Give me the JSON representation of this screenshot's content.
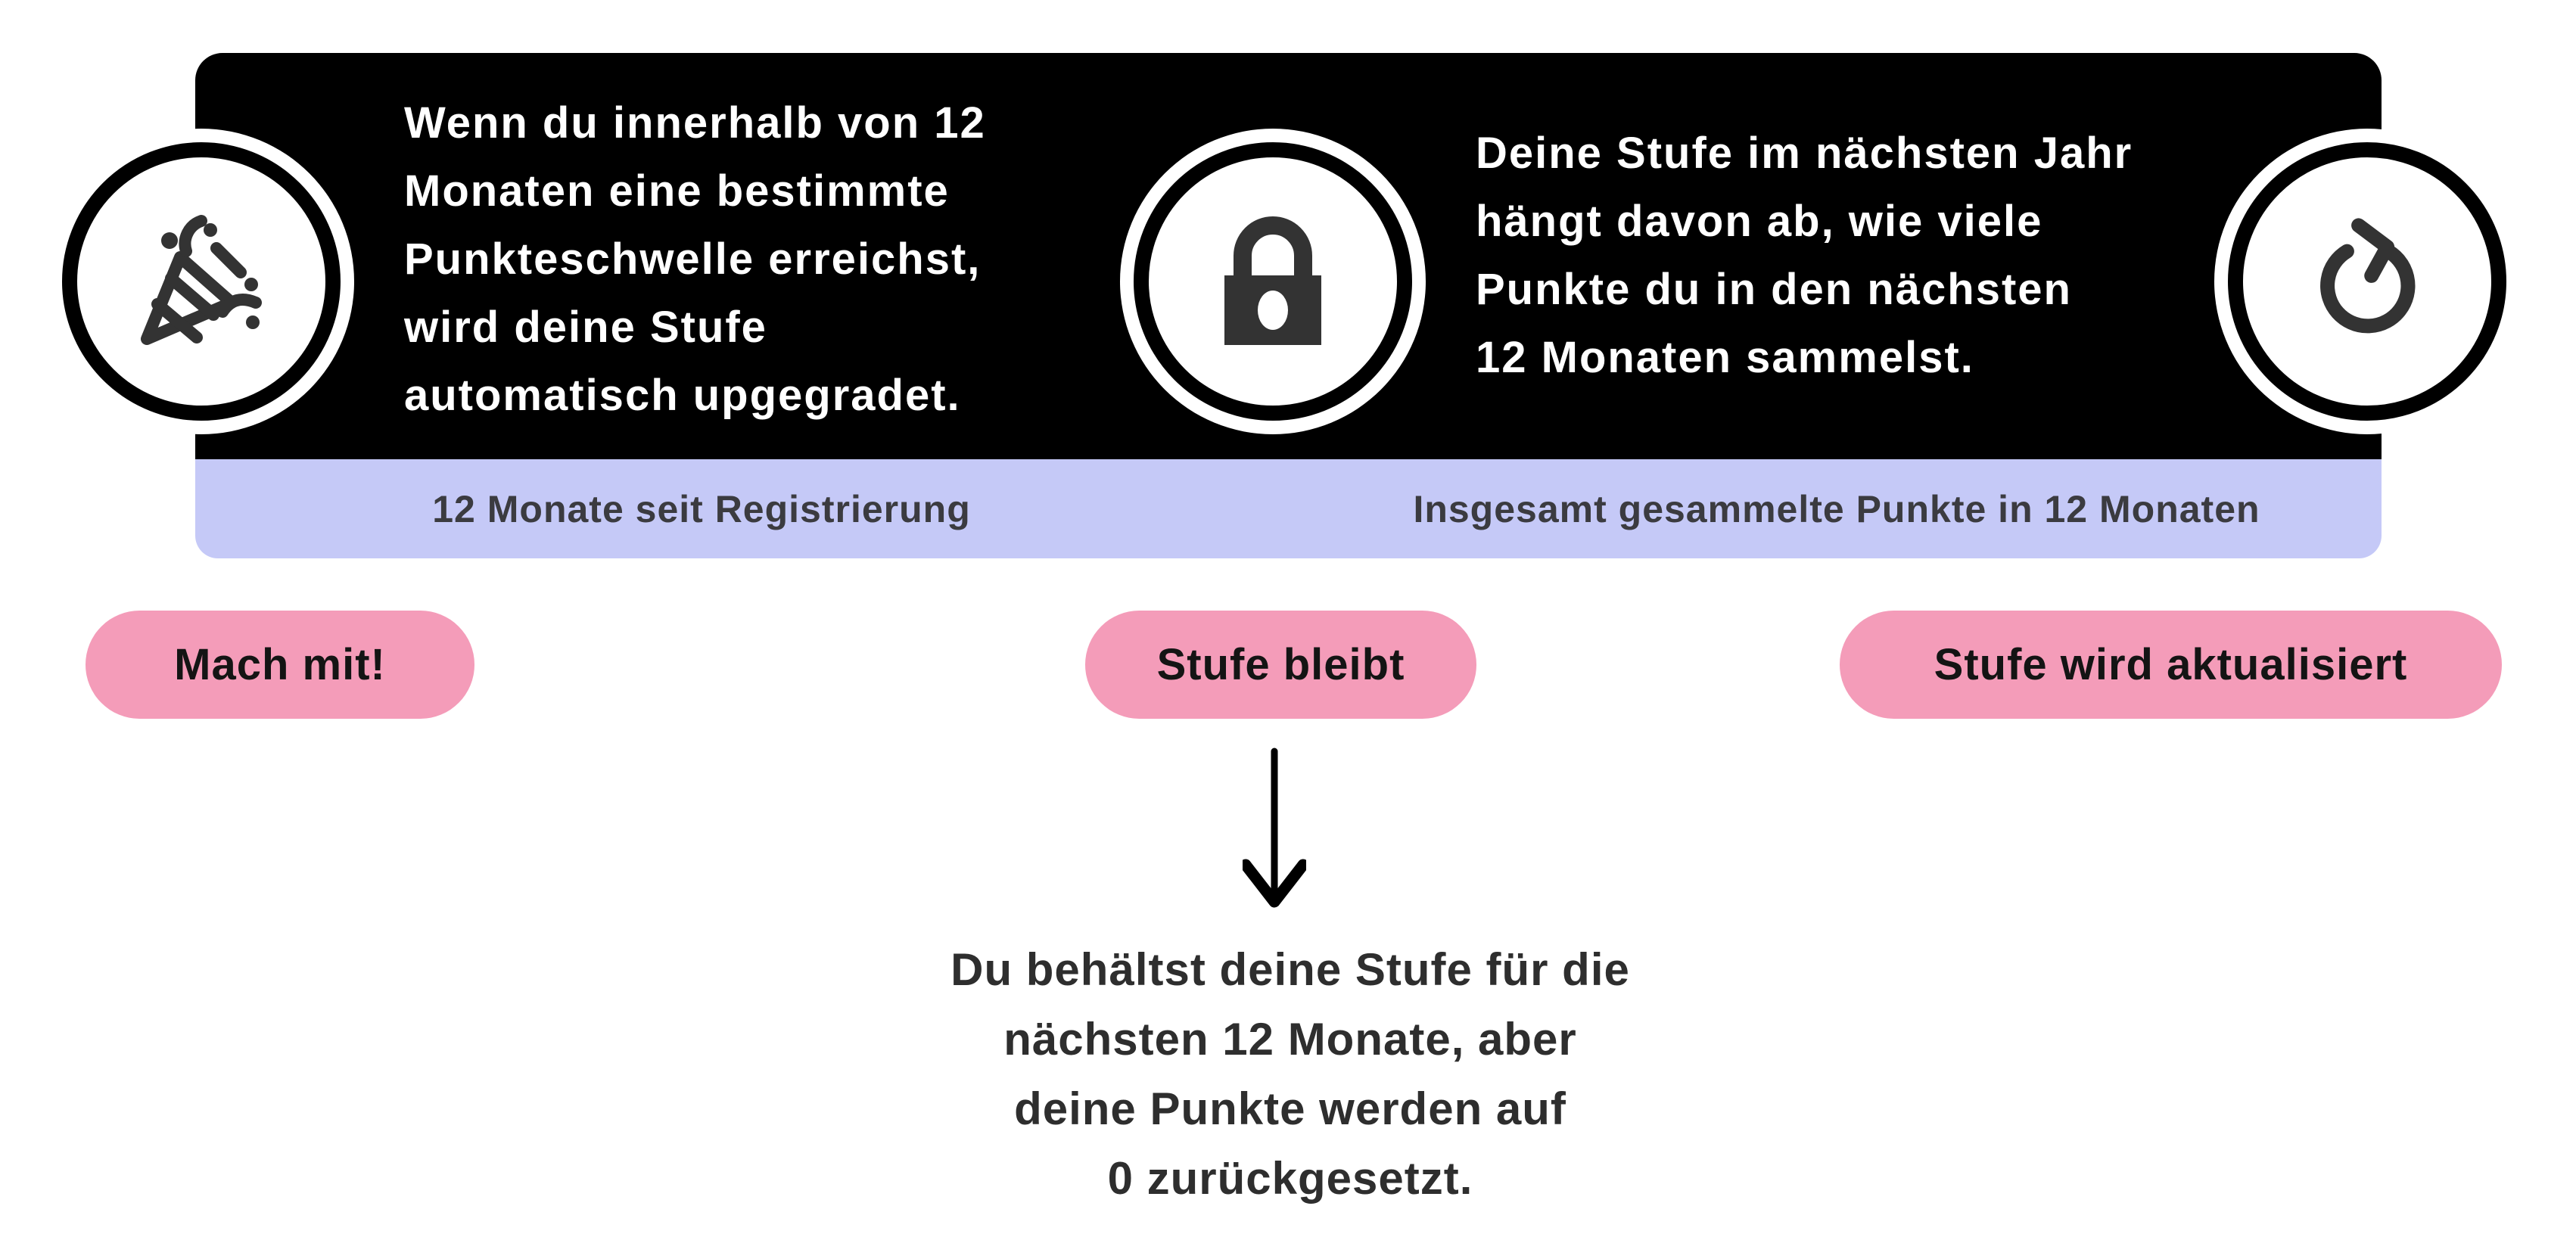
{
  "banner": {
    "left_block": {
      "lines": [
        "Wenn du innerhalb von 12",
        "Monaten eine bestimmte",
        "Punkteschwelle erreichst,",
        "wird deine Stufe",
        "automatisch upgegradet."
      ]
    },
    "right_block": {
      "lines": [
        "Deine Stufe im nächsten Jahr",
        "hängt davon ab, wie viele",
        "Punkte du in den nächsten",
        "12 Monaten sammelst."
      ]
    }
  },
  "strip": {
    "left_label": "12 Monate seit Registrierung",
    "right_label": "Insgesamt gesammelte Punkte in 12 Monaten"
  },
  "pills": {
    "join": "Mach mit!",
    "stay": "Stufe bleibt",
    "update": "Stufe wird aktualisiert"
  },
  "outcome": {
    "lines": [
      "Du behältst deine Stufe für die",
      "nächsten 12 Monate, aber",
      "deine Punkte werden auf",
      "0 zurückgesetzt."
    ]
  },
  "icons": {
    "left": "party-popper-icon",
    "middle": "lock-icon",
    "right": "refresh-clockwise-icon",
    "flow": "arrow-down-icon"
  },
  "colors": {
    "banner_background": "#000000",
    "strip_background": "#C5C9F7",
    "pill_pink": "#F49CB9",
    "icon_gray": "#333333",
    "strip_text": "#3B3B40",
    "outcome_text": "#2E2E2E",
    "banner_text": "#FFFFFF"
  }
}
